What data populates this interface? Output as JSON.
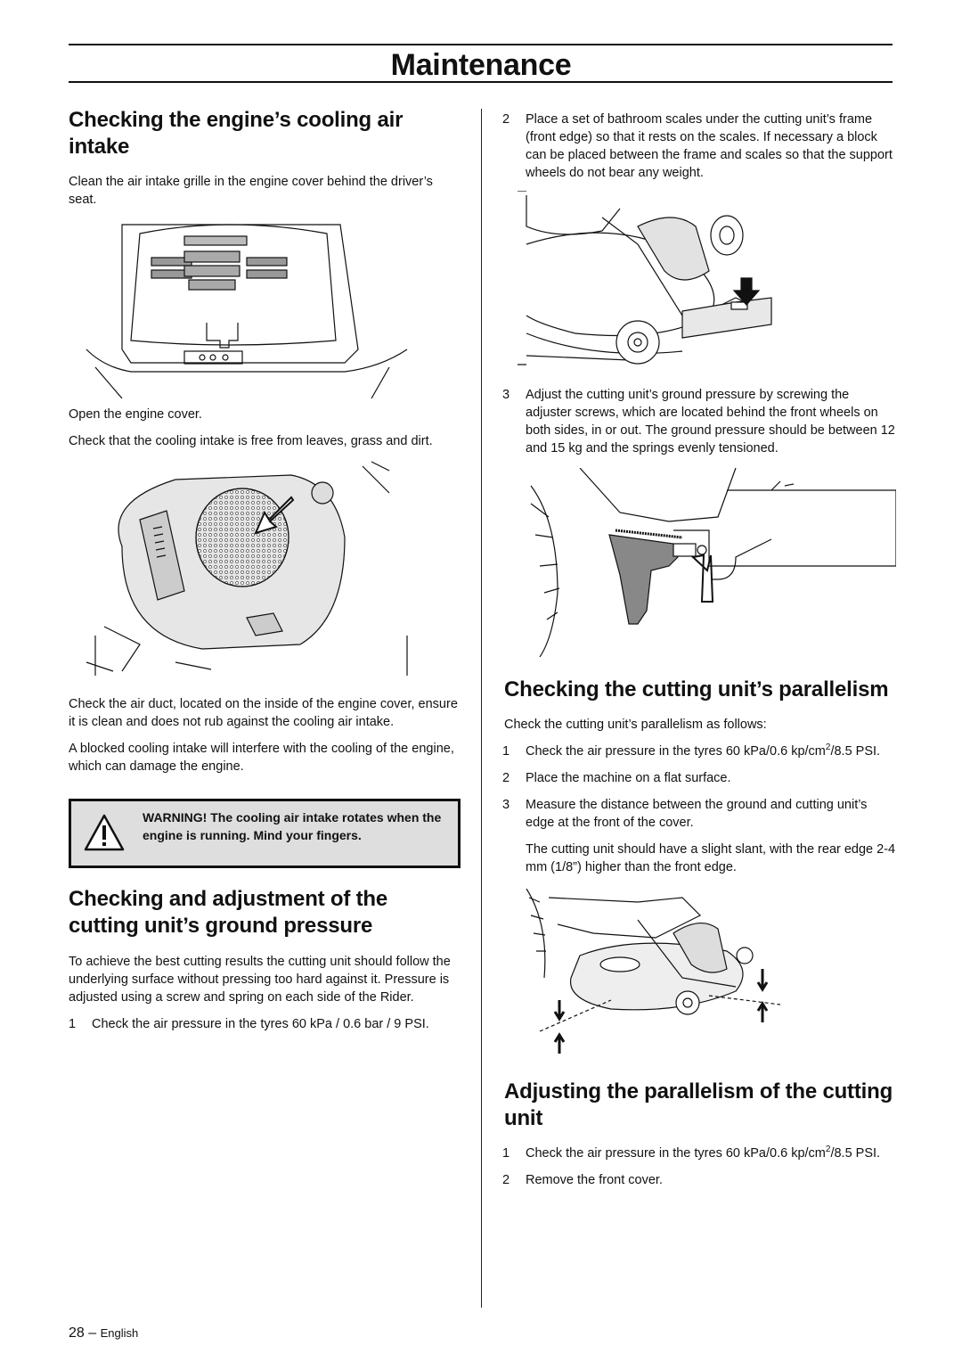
{
  "header": {
    "title": "Maintenance"
  },
  "left": {
    "s1_heading": "Checking the engine’s cooling air intake",
    "s1_p1": "Clean the air intake grille in the engine cover behind the driver’s seat.",
    "s1_p2": "Open the engine cover.",
    "s1_p3": "Check that the cooling intake is free from leaves, grass and dirt.",
    "s1_p4": "Check the air duct, located on the inside of the engine cover, ensure it is clean and does not rub against the cooling air intake.",
    "s1_p5": "A blocked cooling intake will interfere with the cooling of the engine, which can damage the engine.",
    "warning": "WARNING! The cooling air intake rotates when the engine is running. Mind your fingers.",
    "s2_heading": "Checking and adjustment of the cutting unit’s ground pressure",
    "s2_p1": "To achieve the best cutting results the cutting unit should follow the underlying surface without pressing too hard against it. Pressure is adjusted using a screw and spring on each side of the Rider.",
    "s2_step1_num": "1",
    "s2_step1": "Check the air pressure in the tyres 60 kPa / 0.6 bar / 9 PSI."
  },
  "right": {
    "step2_num": "2",
    "step2": "Place a set of bathroom scales under the cutting unit’s frame (front edge) so that it rests on the scales. If necessary a block can be placed between the frame and scales so that the support wheels do not bear any weight.",
    "step3_num": "3",
    "step3": "Adjust the cutting unit’s ground pressure by screwing the adjuster screws, which are located behind the front wheels on both sides, in or out. The ground pressure should be between 12 and 15 kg and the springs evenly tensioned.",
    "s3_heading": "Checking the cutting unit’s parallelism",
    "s3_intro": "Check the cutting unit’s parallelism as follows:",
    "s3_step1_num": "1",
    "s3_step1_a": "Check the air pressure in the tyres 60 kPa/0.6 kp/cm",
    "s3_step1_sup": "2",
    "s3_step1_b": "/8.5 PSI.",
    "s3_step2_num": "2",
    "s3_step2": "Place the machine on a flat surface.",
    "s3_step3_num": "3",
    "s3_step3": "Measure the distance between the ground and cutting unit’s edge at the front of the cover.",
    "s3_step3_note": "The cutting unit should have a slight slant, with the rear edge 2-4 mm (1/8”) higher than the front edge.",
    "s4_heading": "Adjusting the parallelism of the cutting unit",
    "s4_step1_num": "1",
    "s4_step1_a": "Check the air pressure in the tyres 60 kPa/0.6 kp/cm",
    "s4_step1_sup": "2",
    "s4_step1_b": "/8.5 PSI.",
    "s4_step2_num": "2",
    "s4_step2": "Remove the front cover."
  },
  "footer": {
    "page": "28 –",
    "language": "English"
  }
}
